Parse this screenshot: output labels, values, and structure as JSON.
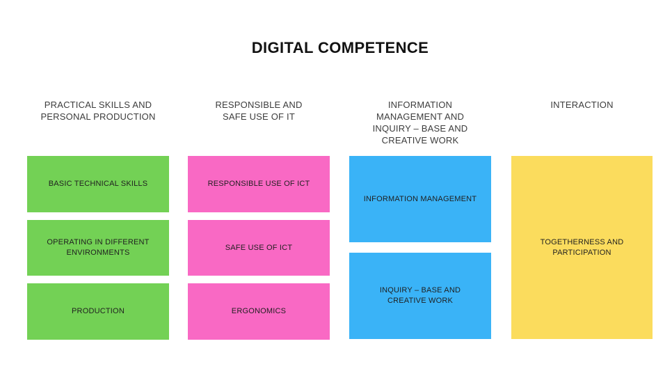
{
  "title": "DIGITAL COMPETENCE",
  "colors": {
    "background": "#FFFFFF",
    "green": "#73D155",
    "pink": "#F969C4",
    "blue": "#3AB3F7",
    "yellow": "#FBDC5D",
    "box_text": "#1F1F1F",
    "header_text": "#3C3C3C",
    "title_text": "#121212"
  },
  "columns": [
    {
      "name": "practical-skills-and-personal-production",
      "header": "PRACTICAL SKILLS AND PERSONAL PRODUCTION",
      "header_lines": [
        "PRACTICAL SKILLS AND",
        "PERSONAL PRODUCTION"
      ],
      "color": "#73D155",
      "boxes": [
        {
          "label": "BASIC TECHNICAL SKILLS",
          "lines": [
            "BASIC TECHNICAL SKILLS"
          ]
        },
        {
          "label": "OPERATING IN DIFFERENT ENVIRONMENTS",
          "lines": [
            "OPERATING IN DIFFERENT",
            "ENVIRONMENTS"
          ]
        },
        {
          "label": "PRODUCTION",
          "lines": [
            "PRODUCTION"
          ]
        }
      ]
    },
    {
      "name": "responsible-and-safe-use-of-it",
      "header": "RESPONSIBLE AND SAFE USE OF IT",
      "header_lines": [
        "RESPONSIBLE AND",
        "SAFE USE OF IT"
      ],
      "color": "#F969C4",
      "boxes": [
        {
          "label": "RESPONSIBLE USE OF ICT",
          "lines": [
            "RESPONSIBLE USE OF ICT"
          ]
        },
        {
          "label": "SAFE USE OF ICT",
          "lines": [
            "SAFE USE OF ICT"
          ]
        },
        {
          "label": "ERGONOMICS",
          "lines": [
            "ERGONOMICS"
          ]
        }
      ]
    },
    {
      "name": "information-management-and-inquiry",
      "header": "INFORMATION MANAGEMENT AND INQUIRY – BASE AND CREATIVE WORK",
      "header_lines": [
        "INFORMATION",
        "MANAGEMENT AND",
        "INQUIRY – BASE AND",
        "CREATIVE WORK"
      ],
      "color": "#3AB3F7",
      "boxes": [
        {
          "label": "INFORMATION MANAGEMENT",
          "lines": [
            "INFORMATION MANAGEMENT"
          ]
        },
        {
          "label": "INQUIRY – BASE AND CREATIVE WORK",
          "lines": [
            "INQUIRY – BASE AND",
            "CREATIVE WORK"
          ]
        }
      ]
    },
    {
      "name": "interaction",
      "header": "INTERACTION",
      "header_lines": [
        "INTERACTION"
      ],
      "color": "#FBDC5D",
      "boxes": [
        {
          "label": "TOGETHERNESS AND PARTICIPATION",
          "lines": [
            "TOGETHERNESS AND",
            "PARTICIPATION"
          ]
        }
      ]
    }
  ]
}
